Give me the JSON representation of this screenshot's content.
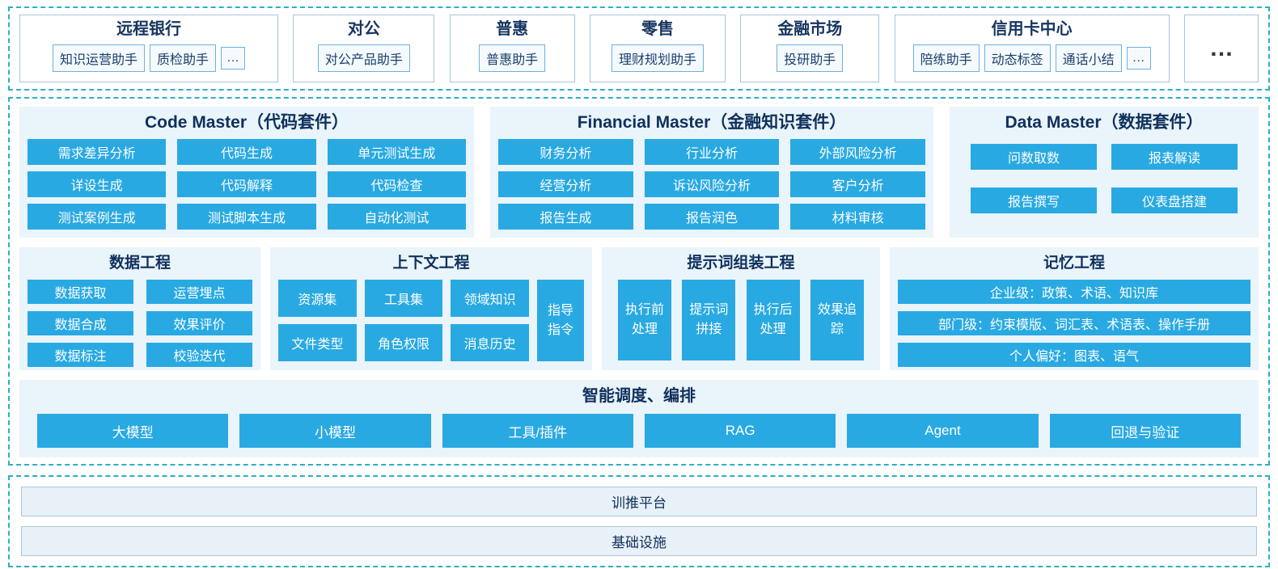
{
  "colors": {
    "accent_blue": "#29a9e2",
    "dashed_border": "#2ab0c6",
    "panel_bg": "#e9f4fb",
    "title_navy": "#10305c"
  },
  "top": {
    "groups": [
      {
        "title": "远程银行",
        "items": [
          "知识运营助手",
          "质检助手",
          "…"
        ]
      },
      {
        "title": "对公",
        "items": [
          "对公产品助手"
        ]
      },
      {
        "title": "普惠",
        "items": [
          "普惠助手"
        ]
      },
      {
        "title": "零售",
        "items": [
          "理财规划助手"
        ]
      },
      {
        "title": "金融市场",
        "items": [
          "投研助手"
        ]
      },
      {
        "title": "信用卡中心",
        "items": [
          "陪练助手",
          "动态标签",
          "通话小结",
          "…"
        ]
      }
    ],
    "more": "…"
  },
  "suites": [
    {
      "title": "Code Master（代码套件）",
      "items": [
        "需求差异分析",
        "代码生成",
        "单元测试生成",
        "详设生成",
        "代码解释",
        "代码检查",
        "测试案例生成",
        "测试脚本生成",
        "自动化测试"
      ]
    },
    {
      "title": "Financial Master（金融知识套件）",
      "items": [
        "财务分析",
        "行业分析",
        "外部风险分析",
        "经营分析",
        "诉讼风险分析",
        "客户分析",
        "报告生成",
        "报告润色",
        "材料审核"
      ]
    },
    {
      "title": "Data Master（数据套件）",
      "items": [
        "问数取数",
        "报表解读",
        "报告撰写",
        "仪表盘搭建"
      ]
    }
  ],
  "engineering": {
    "data": {
      "title": "数据工程",
      "items": [
        "数据获取",
        "运营埋点",
        "数据合成",
        "效果评价",
        "数据标注",
        "校验迭代"
      ]
    },
    "context": {
      "title": "上下文工程",
      "items": [
        "资源集",
        "工具集",
        "领域知识",
        "文件类型",
        "角色权限",
        "消息历史"
      ],
      "side": "指导指令"
    },
    "prompt": {
      "title": "提示词组装工程",
      "items": [
        "执行前处理",
        "提示词拼接",
        "执行后处理",
        "效果追踪"
      ]
    },
    "memory": {
      "title": "记忆工程",
      "items": [
        "企业级：政策、术语、知识库",
        "部门级：约束模版、词汇表、术语表、操作手册",
        "个人偏好：图表、语气"
      ]
    }
  },
  "orchestration": {
    "title": "智能调度、编排",
    "items": [
      "大模型",
      "小模型",
      "工具/插件",
      "RAG",
      "Agent",
      "回退与验证"
    ]
  },
  "platform": {
    "bars": [
      "训推平台",
      "基础设施"
    ]
  }
}
